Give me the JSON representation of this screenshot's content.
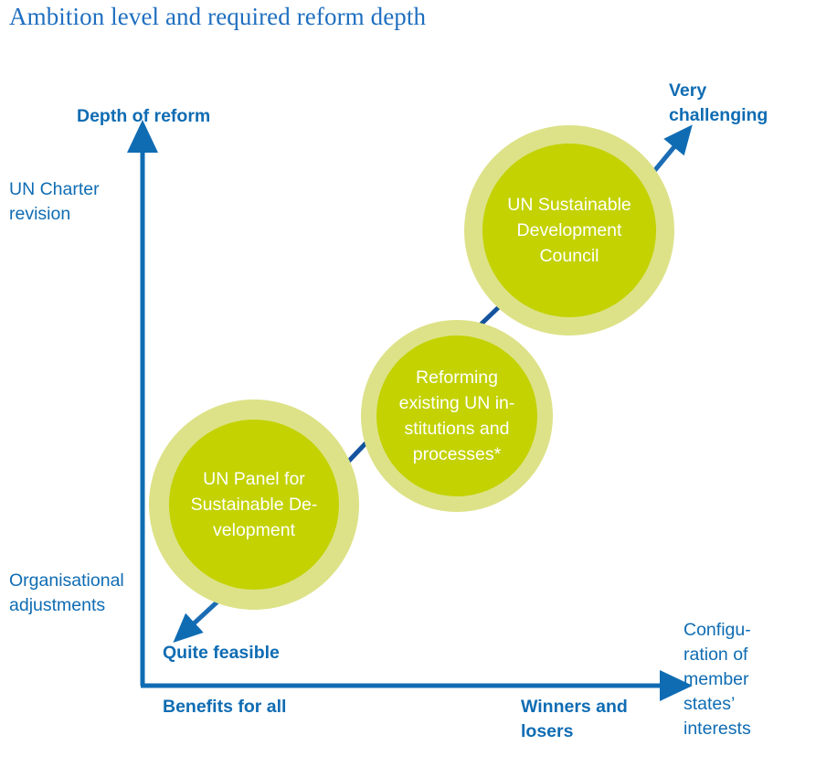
{
  "title": "Ambition level and required reform depth",
  "colors": {
    "blue": "#0f6cb3",
    "title_blue": "#1f6fc0",
    "bubble_outer_green": "#dde288",
    "bubble_inner_green": "#c3d200",
    "bubble_text": "#ffffff",
    "background": "#ffffff"
  },
  "axes": {
    "y_axis_title": "Depth of reform",
    "y_axis_top_label": "UN Charter\nrevision",
    "y_axis_bottom_label": "Organisational\nadjustments",
    "x_axis_left_label": "Benefits for all",
    "x_axis_middle_label": "Winners and\nlosers",
    "x_axis_right_label": "Configu-\nration of\nmember\nstates’\ninterests"
  },
  "annotations": {
    "low_end": "Quite feasible",
    "high_end": "Very\nchallenging"
  },
  "chart_data": {
    "type": "scatter",
    "title": "Ambition level and required reform depth",
    "xlabel": "Configuration of member states’ interests",
    "ylabel": "Depth of reform",
    "grid": false,
    "legend": "none",
    "x_ticks": [
      "Benefits for all",
      "Winners and losers"
    ],
    "y_ticks": [
      "Organisational adjustments",
      "UN Charter revision"
    ],
    "difficulty_scale": [
      "Quite feasible",
      "Very challenging"
    ],
    "points": [
      {
        "label": "UN Panel for\nSustainable De-\nvelopment",
        "plain_label": "UN Panel for Sustainable Development",
        "x": 0.18,
        "y": 0.22,
        "size": 115,
        "ambition": "low"
      },
      {
        "label": "Reforming\nexisting UN in-\nstitutions and\nprocesses*",
        "plain_label": "Reforming existing UN institutions and processes*",
        "x": 0.52,
        "y": 0.52,
        "size": 105,
        "ambition": "medium"
      },
      {
        "label": "UN Sustainable\nDevelopment\nCouncil",
        "plain_label": "UN Sustainable Development Council",
        "x": 0.8,
        "y": 0.86,
        "size": 115,
        "ambition": "high"
      }
    ],
    "footnote_marker": "*"
  }
}
